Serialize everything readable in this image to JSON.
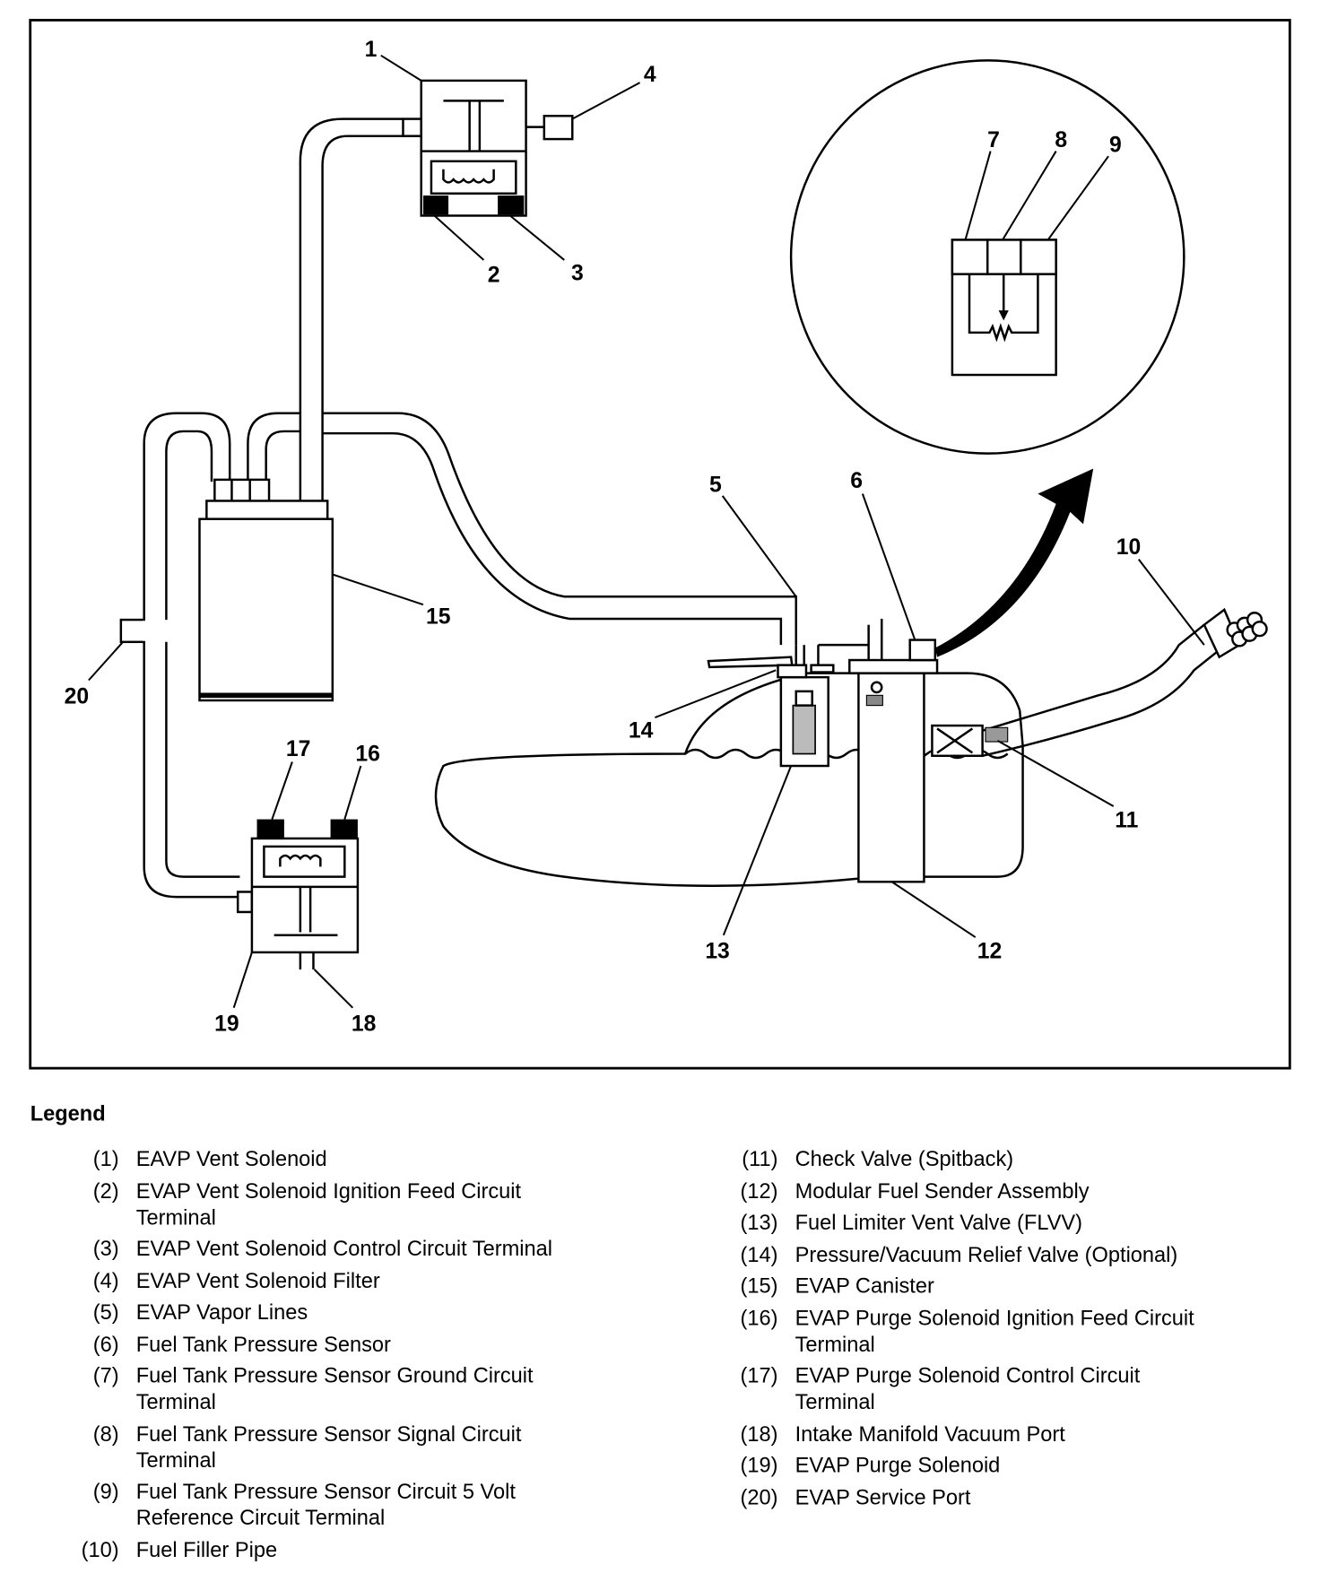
{
  "diagram": {
    "callouts": [
      "1",
      "2",
      "3",
      "4",
      "5",
      "6",
      "7",
      "8",
      "9",
      "10",
      "11",
      "12",
      "13",
      "14",
      "15",
      "16",
      "17",
      "18",
      "19",
      "20"
    ]
  },
  "legend": {
    "title": "Legend",
    "left": [
      {
        "num": "(1)",
        "lines": [
          "EAVP Vent Solenoid"
        ]
      },
      {
        "num": "(2)",
        "lines": [
          "EVAP Vent Solenoid Ignition Feed Circuit",
          "Terminal"
        ]
      },
      {
        "num": "(3)",
        "lines": [
          "EVAP Vent Solenoid Control Circuit Terminal"
        ]
      },
      {
        "num": "(4)",
        "lines": [
          "EVAP Vent Solenoid Filter"
        ]
      },
      {
        "num": "(5)",
        "lines": [
          "EVAP Vapor Lines"
        ]
      },
      {
        "num": "(6)",
        "lines": [
          "Fuel Tank Pressure Sensor"
        ]
      },
      {
        "num": "(7)",
        "lines": [
          "Fuel Tank Pressure Sensor Ground Circuit",
          "Terminal"
        ]
      },
      {
        "num": "(8)",
        "lines": [
          "Fuel Tank Pressure Sensor Signal Circuit",
          "Terminal"
        ]
      },
      {
        "num": "(9)",
        "lines": [
          "Fuel Tank Pressure Sensor Circuit 5 Volt",
          "Reference Circuit Terminal"
        ]
      },
      {
        "num": "(10)",
        "lines": [
          "Fuel Filler Pipe"
        ]
      }
    ],
    "right": [
      {
        "num": "(11)",
        "lines": [
          "Check Valve (Spitback)"
        ]
      },
      {
        "num": "(12)",
        "lines": [
          "Modular Fuel Sender Assembly"
        ]
      },
      {
        "num": "(13)",
        "lines": [
          "Fuel Limiter Vent Valve (FLVV)"
        ]
      },
      {
        "num": "(14)",
        "lines": [
          "Pressure/Vacuum Relief Valve (Optional)"
        ]
      },
      {
        "num": "(15)",
        "lines": [
          "EVAP Canister"
        ]
      },
      {
        "num": "(16)",
        "lines": [
          "EVAP Purge Solenoid Ignition Feed Circuit",
          "Terminal"
        ]
      },
      {
        "num": "(17)",
        "lines": [
          "EVAP Purge Solenoid Control Circuit",
          "Terminal"
        ]
      },
      {
        "num": "(18)",
        "lines": [
          "Intake Manifold Vacuum Port"
        ]
      },
      {
        "num": "(19)",
        "lines": [
          "EVAP Purge Solenoid"
        ]
      },
      {
        "num": "(20)",
        "lines": [
          "EVAP Service Port"
        ]
      }
    ]
  }
}
